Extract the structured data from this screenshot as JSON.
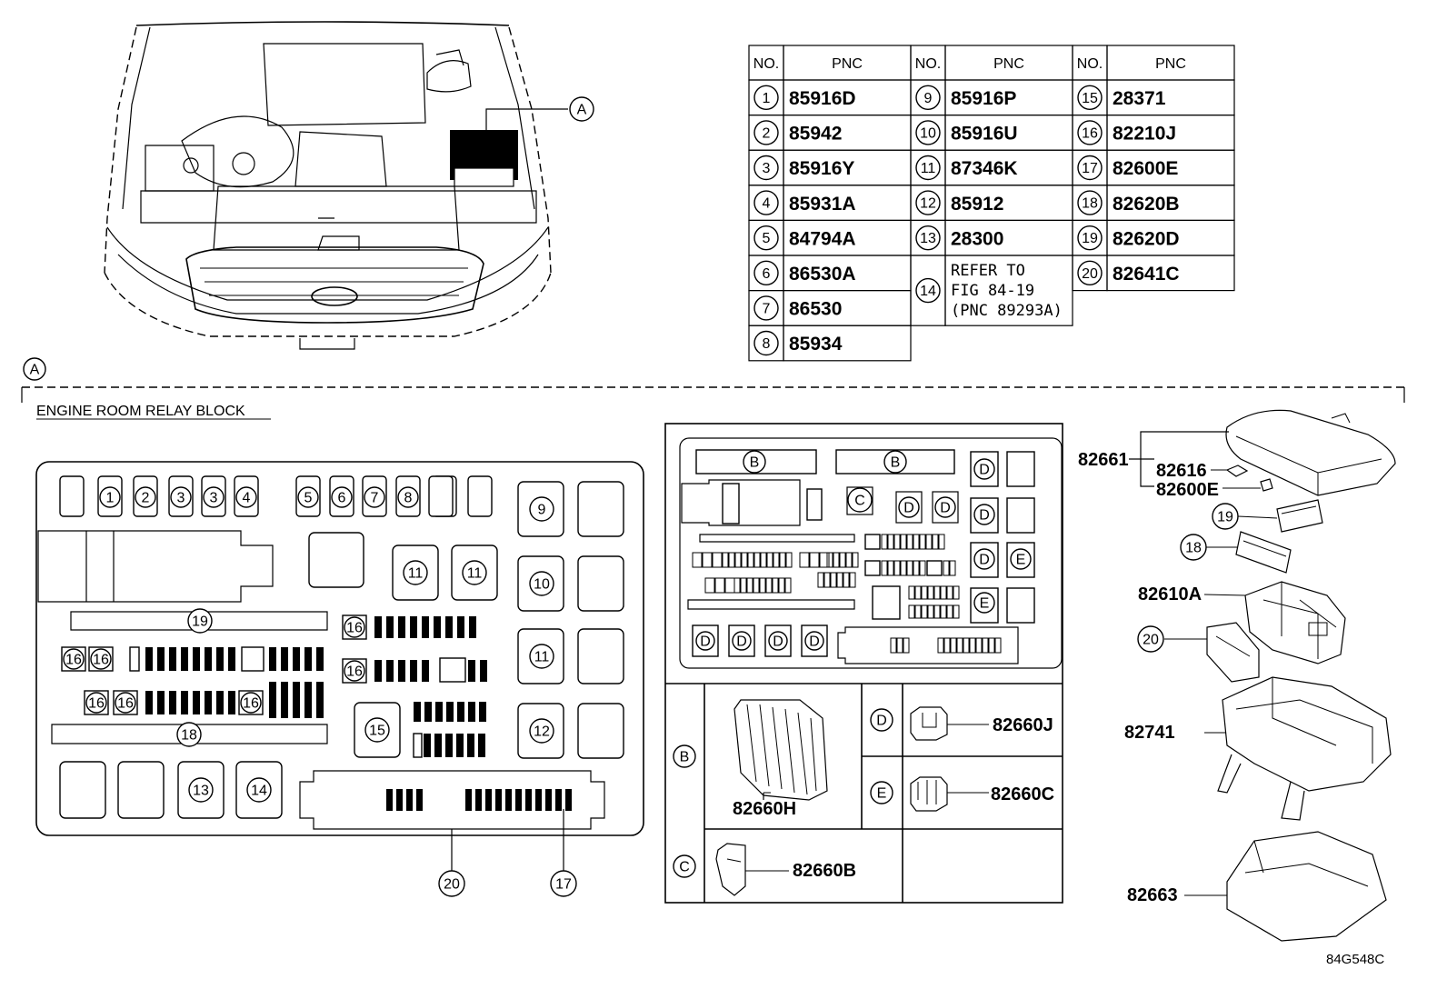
{
  "table": {
    "headers": [
      "NO.",
      "PNC"
    ],
    "col1": [
      {
        "no": "1",
        "pnc": "85916D"
      },
      {
        "no": "2",
        "pnc": "85942"
      },
      {
        "no": "3",
        "pnc": "85916Y"
      },
      {
        "no": "4",
        "pnc": "85931A"
      },
      {
        "no": "5",
        "pnc": "84794A"
      },
      {
        "no": "6",
        "pnc": "86530A"
      },
      {
        "no": "7",
        "pnc": "86530"
      },
      {
        "no": "8",
        "pnc": "85934"
      }
    ],
    "col2": [
      {
        "no": "9",
        "pnc": "85916P"
      },
      {
        "no": "10",
        "pnc": "85916U"
      },
      {
        "no": "11",
        "pnc": "87346K"
      },
      {
        "no": "12",
        "pnc": "85912"
      },
      {
        "no": "13",
        "pnc": "28300"
      },
      {
        "no": "14",
        "pnc_lines": [
          "REFER TO",
          "FIG 84-19",
          "(PNC 89293A)"
        ]
      }
    ],
    "col3": [
      {
        "no": "15",
        "pnc": "28371"
      },
      {
        "no": "16",
        "pnc": "82210J"
      },
      {
        "no": "17",
        "pnc": "82600E"
      },
      {
        "no": "18",
        "pnc": "82620B"
      },
      {
        "no": "19",
        "pnc": "82620D"
      },
      {
        "no": "20",
        "pnc": "82641C"
      }
    ]
  },
  "callout_a": "A",
  "section_title": "ENGINE ROOM RELAY BLOCK",
  "block_labels": {
    "top_row": [
      "1",
      "2",
      "3",
      "3",
      "4",
      "5",
      "6",
      "7",
      "8"
    ],
    "n9": "9",
    "n10": "10",
    "n11": "11",
    "n12": "12",
    "n13": "13",
    "n14": "14",
    "n15": "15",
    "n16": "16",
    "n17": "17",
    "n18": "18",
    "n19": "19",
    "n20": "20"
  },
  "connector_letters": {
    "b": "B",
    "c": "C",
    "d": "D",
    "e": "E"
  },
  "connector_parts": {
    "b": "82660H",
    "c": "82660B",
    "d": "82660J",
    "e": "82660C"
  },
  "exploded_parts": {
    "cover": "82661",
    "clip": "82616",
    "fuse": "82600E",
    "relay_block": "82610A",
    "case": "82741",
    "lower_cover": "82663"
  },
  "figure_code": "84G548C"
}
